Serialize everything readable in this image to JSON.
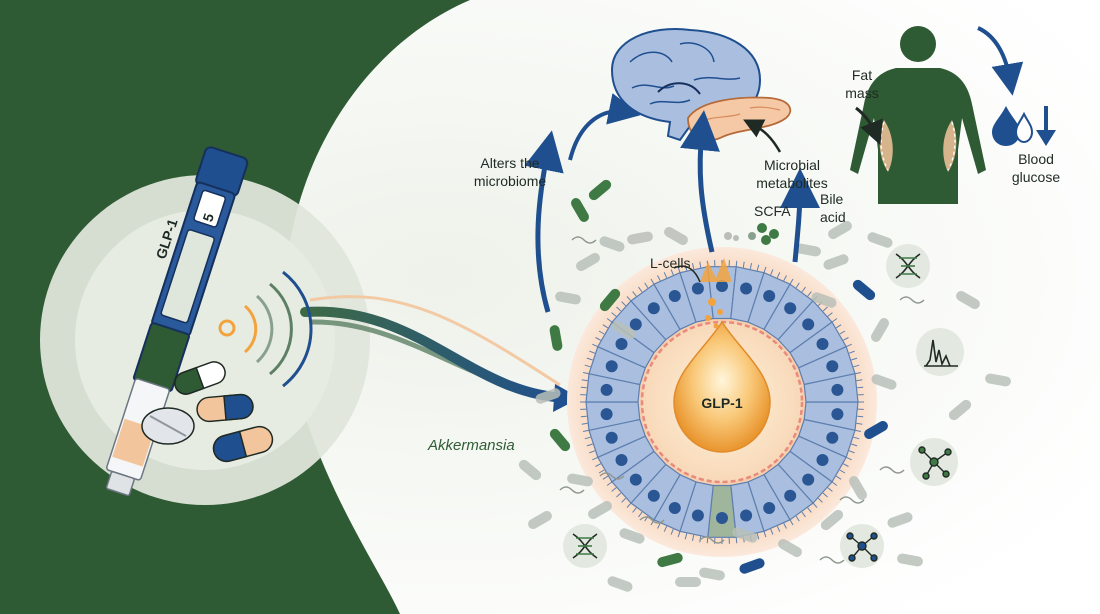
{
  "labels": {
    "pen_label": "GLP-1",
    "pen_dose": "5",
    "alters_line1": "Alters the",
    "alters_line2": "microbiome",
    "microbial_line1": "Microbial",
    "microbial_line2": "metabolites",
    "scfa": "SCFA",
    "bile_line1": "Bile",
    "bile_line2": "acid",
    "l_cells": "L-cells",
    "glp1_center": "GLP-1",
    "akkermansia": "Akkermansia",
    "fat_line1": "Fat",
    "fat_line2": "mass",
    "blood_line1": "Blood",
    "blood_line2": "glucose"
  },
  "icons": {
    "dna": "dna-icon",
    "spectrum": "spectrum-chart-icon",
    "network": "molecule-network-icon",
    "brain": "brain-icon",
    "pancreas": "pancreas-icon",
    "body": "human-body-icon",
    "drop": "blood-drop-icon",
    "down": "down-arrow-icon",
    "pen": "injection-pen-icon",
    "pills": "pills-icon",
    "signal": "signal-waves-icon"
  },
  "colors": {
    "dark_green": "#2e5a34",
    "navy": "#1f4f8f",
    "cell_blue": "#aabfe0",
    "nucleus": "#2a5694",
    "peach": "#f6c9a6",
    "orange": "#f3a33d",
    "bacteria_gray": "#b9bfb8",
    "bacteria_green": "#3f7a45"
  }
}
